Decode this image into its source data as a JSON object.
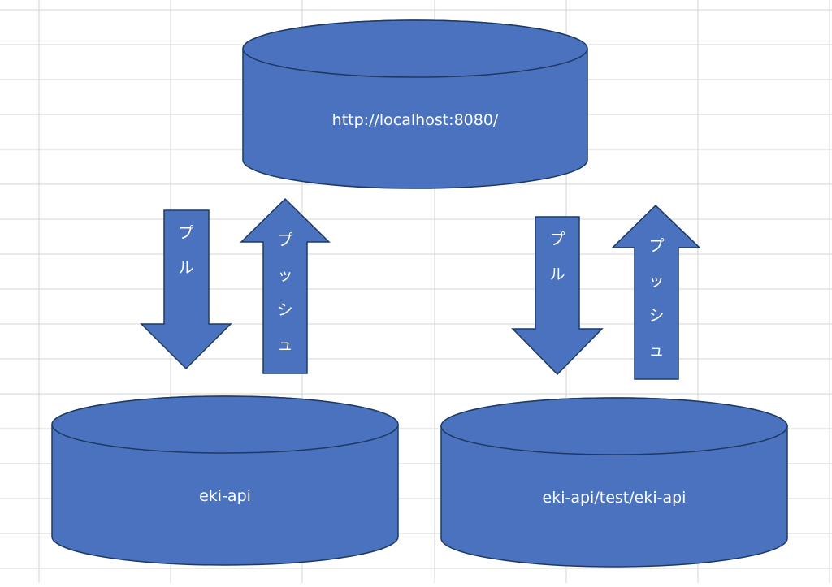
{
  "colors": {
    "shape_fill": "#4A72BE",
    "shape_stroke": "#1D3A63",
    "label_text": "#FFFFFF",
    "grid_line": "#D4D4D4",
    "background": "#FFFFFF"
  },
  "server": {
    "label": "http://localhost:8080/"
  },
  "repositories": {
    "left": {
      "label": "eki-api"
    },
    "right": {
      "label": "eki-api/test/eki-api"
    }
  },
  "arrows": {
    "pull_label": "プル",
    "push_label": "プッシュ"
  }
}
